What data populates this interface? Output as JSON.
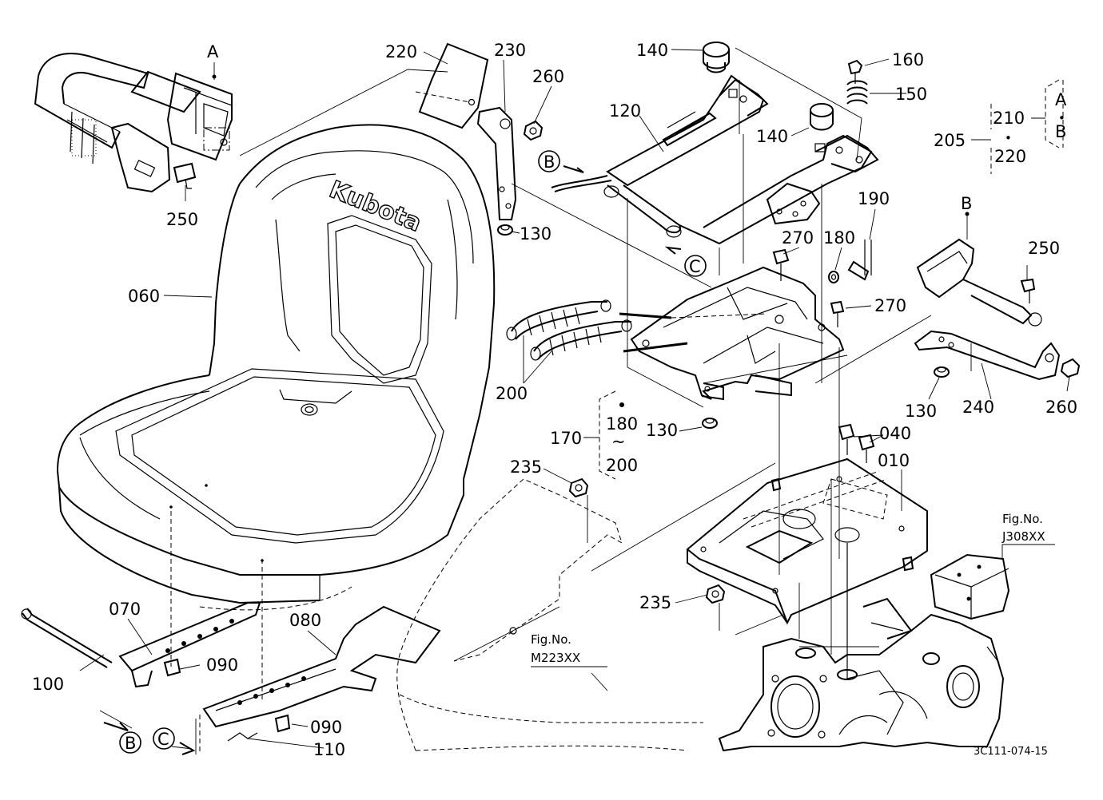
{
  "brand_logo": "Kubota",
  "labels": {
    "p010": "010",
    "p040": "040",
    "p060": "060",
    "p070": "070",
    "p080": "080",
    "p090a": "090",
    "p090b": "090",
    "p100": "100",
    "p110": "110",
    "p120": "120",
    "p130a": "130",
    "p130b": "130",
    "p130c": "130",
    "p140a": "140",
    "p140b": "140",
    "p150": "150",
    "p160": "160",
    "p170": "170",
    "p180a": "180",
    "p180b": "180",
    "p190": "190",
    "p200a": "200",
    "p200b": "200",
    "p205": "205",
    "p210": "210",
    "p220a": "220",
    "p220b": "220",
    "p230": "230",
    "p235a": "235",
    "p235b": "235",
    "p240": "240",
    "p250a": "250",
    "p250b": "250",
    "p260a": "260",
    "p260b": "260",
    "p270a": "270",
    "p270b": "270"
  },
  "letters": {
    "A_top": "A",
    "A_group": "A",
    "B_top": "B",
    "B_group": "B",
    "B_right": "B",
    "C_mid": "C",
    "B_bottom": "B",
    "C_bottom": "C",
    "range_tilde": "~",
    "group_dot": "•"
  },
  "figure_refs": {
    "ref1_label": "Fig.No.",
    "ref1_code": "J308XX",
    "ref2_label": "Fig.No.",
    "ref2_code": "M223XX"
  },
  "diagram_code": "3C111-074-15"
}
